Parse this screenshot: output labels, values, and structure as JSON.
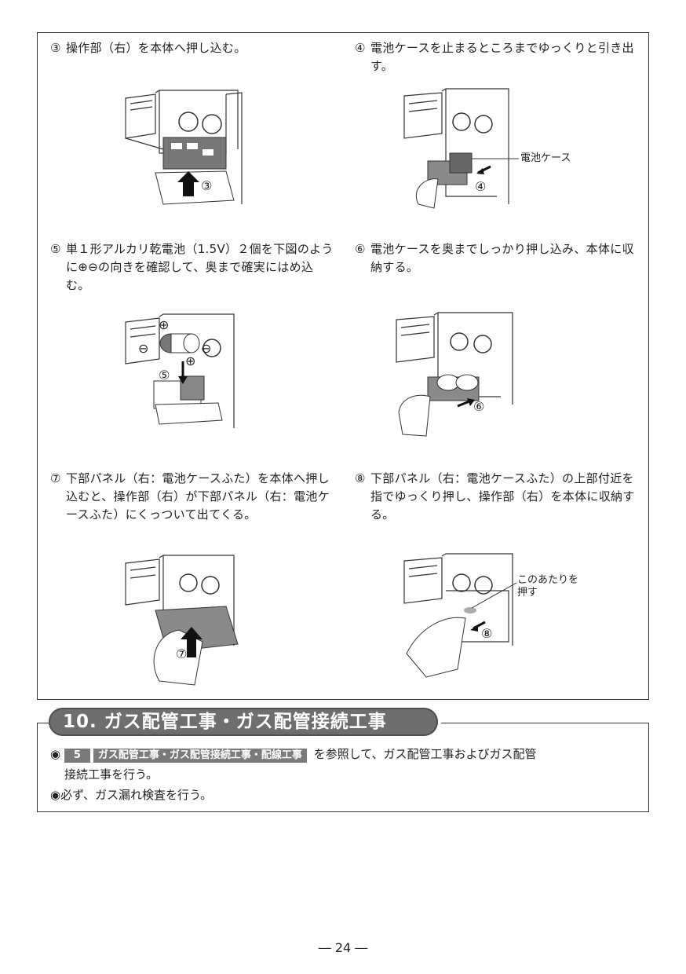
{
  "steps": [
    {
      "num": "③",
      "text": "操作部（右）を本体へ押し込む。"
    },
    {
      "num": "④",
      "text": "電池ケースを止まるところまでゆっくりと引き出す。"
    },
    {
      "num": "⑤",
      "text": "単１形アルカリ乾電池（1.5V）２個を下図のように⊕⊖の向きを確認して、奥まで確実にはめ込む。"
    },
    {
      "num": "⑥",
      "text": "電池ケースを奥までしっかり押し込み、本体に収納する。"
    },
    {
      "num": "⑦",
      "text": "下部パネル（右：電池ケースふた）を本体へ押し込むと、操作部（右）が下部パネル（右：電池ケースふた）にくっついて出てくる。"
    },
    {
      "num": "⑧",
      "text": "下部パネル（右：電池ケースふた）の上部付近を指でゆっくり押し、操作部（右）を本体に収納する。"
    }
  ],
  "illustrations": {
    "step3_marker": "③",
    "step4_marker": "④",
    "step4_label": "電池ケース",
    "step5_marker": "⑤",
    "step5_plus": "⊕",
    "step5_minus": "⊖",
    "step6_marker": "⑥",
    "step7_marker": "⑦",
    "step8_marker": "⑧",
    "step8_label_line1": "このあたりを",
    "step8_label_line2": "押す"
  },
  "section": {
    "title": "10.  ガス配管工事・ガス配管接続工事",
    "bullet": "◉",
    "ref_number": "5",
    "ref_title": "ガス配管工事・ガス配管接続工事・配線工事",
    "line1_rest": "を参照して、ガス配管工事およびガス配管",
    "line1_cont": "接続工事を行う。",
    "line2": "必ず、ガス漏れ検査を行う。"
  },
  "page_number": "― 24 ―"
}
